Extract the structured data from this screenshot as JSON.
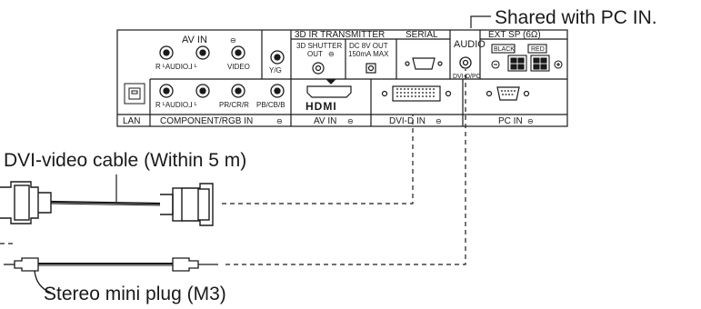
{
  "panel": {
    "av_in": "AV IN",
    "audio_left": "R ᴸAUDIO⅃ ᴸ",
    "video": "VIDEO",
    "y_g": "Y/G",
    "audio_left2": "R ᴸAUDIO⅃ ᴸ",
    "pr": "PR/CR/R",
    "pb": "PB/CB/B",
    "lan": "LAN",
    "component": "COMPONENT/RGB IN",
    "tx": "3D IR TRANSMITTER",
    "shutter1": "3D SHUTTER",
    "shutter2": "OUT",
    "dc1": "DC 8V OUT",
    "dc2": "150mA MAX",
    "serial": "SERIAL",
    "hdmi": "HDMI",
    "av_in2": "AV IN",
    "dvid": "DVI-D IN",
    "audio": "AUDIO",
    "dvipc": "DVI-D/PC",
    "ext": "EXT SP (6Ω)",
    "black": "BLACK",
    "red": "RED",
    "pcin": "PC IN"
  },
  "callouts": {
    "shared": "Shared with PC IN.",
    "dvi_cable": "DVI-video cable (Within 5 m)",
    "mini_plug": "Stereo mini plug (M3)"
  },
  "colors": {
    "line": "#1a1a1a",
    "panel": "#ffffff"
  }
}
